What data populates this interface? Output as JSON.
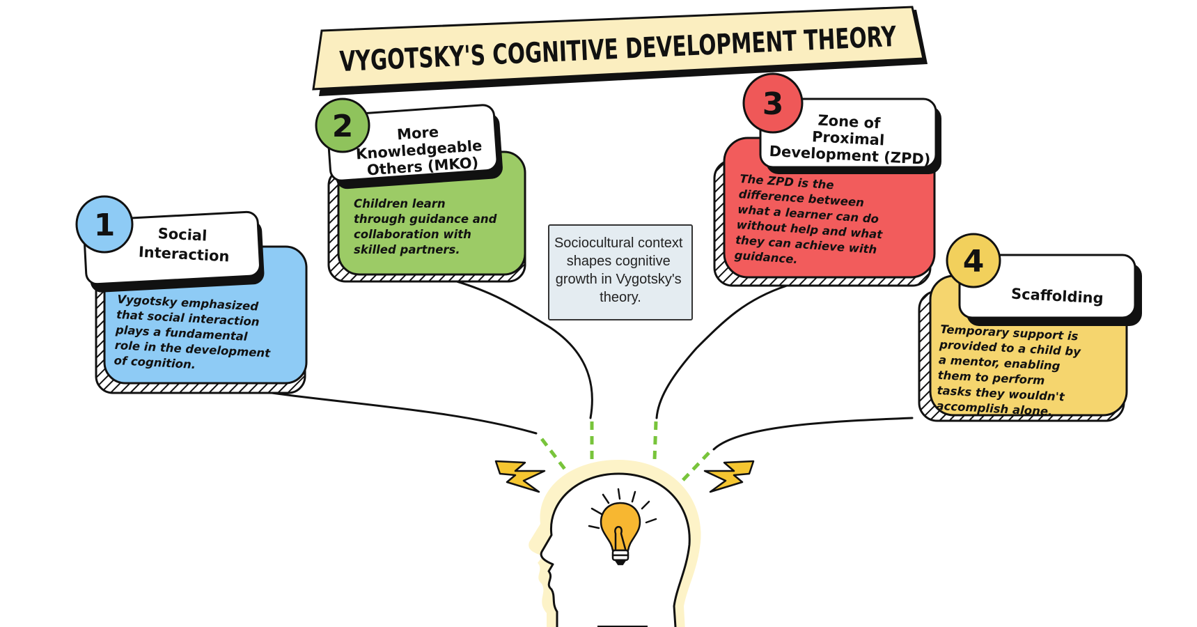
{
  "title": "VYGOTSKY'S COGNITIVE DEVELOPMENT THEORY",
  "center_note": {
    "lines": [
      "Sociocultural context",
      "shapes cognitive",
      "growth in Vygotsky's",
      "theory."
    ]
  },
  "cards": [
    {
      "number": "1",
      "heading": [
        "Social",
        "Interaction"
      ],
      "body": [
        "Vygotsky emphasized",
        "that social interaction",
        "plays a fundamental",
        "role in the development",
        "of cognition."
      ],
      "color": "#8ecbf5",
      "badge_color": "#8ecbf5"
    },
    {
      "number": "2",
      "heading": [
        "More",
        "Knowledgeable",
        "Others (MKO)"
      ],
      "body": [
        "Children learn",
        "through guidance and",
        "collaboration with",
        "skilled partners."
      ],
      "color": "#9ccb66",
      "badge_color": "#8fc35c"
    },
    {
      "number": "3",
      "heading": [
        "Zone of",
        "Proximal",
        "Development (ZPD)"
      ],
      "body": [
        "The ZPD is the",
        "difference between",
        "what a learner can do",
        "without help and what",
        "they can achieve with",
        "guidance."
      ],
      "color": "#f25c5c",
      "badge_color": "#ef5858"
    },
    {
      "number": "4",
      "heading": [
        "Scaffolding"
      ],
      "body": [
        "Temporary support is",
        "provided to a child by",
        "a mentor, enabling",
        "them to perform",
        "tasks they wouldn't",
        "accomplish alone."
      ],
      "color": "#f5d56e",
      "badge_color": "#f2d05c"
    }
  ],
  "colors": {
    "title_banner": "#fbeec0",
    "center_note_bg": "#e4ecf1",
    "bulb": "#f7b731",
    "lightning": "#f5c631",
    "connector_dash": "#78c43b",
    "head_glow": "#fdf3c8"
  },
  "icons": [
    "head-silhouette-icon",
    "lightbulb-icon",
    "lightning-bolt-icon"
  ]
}
